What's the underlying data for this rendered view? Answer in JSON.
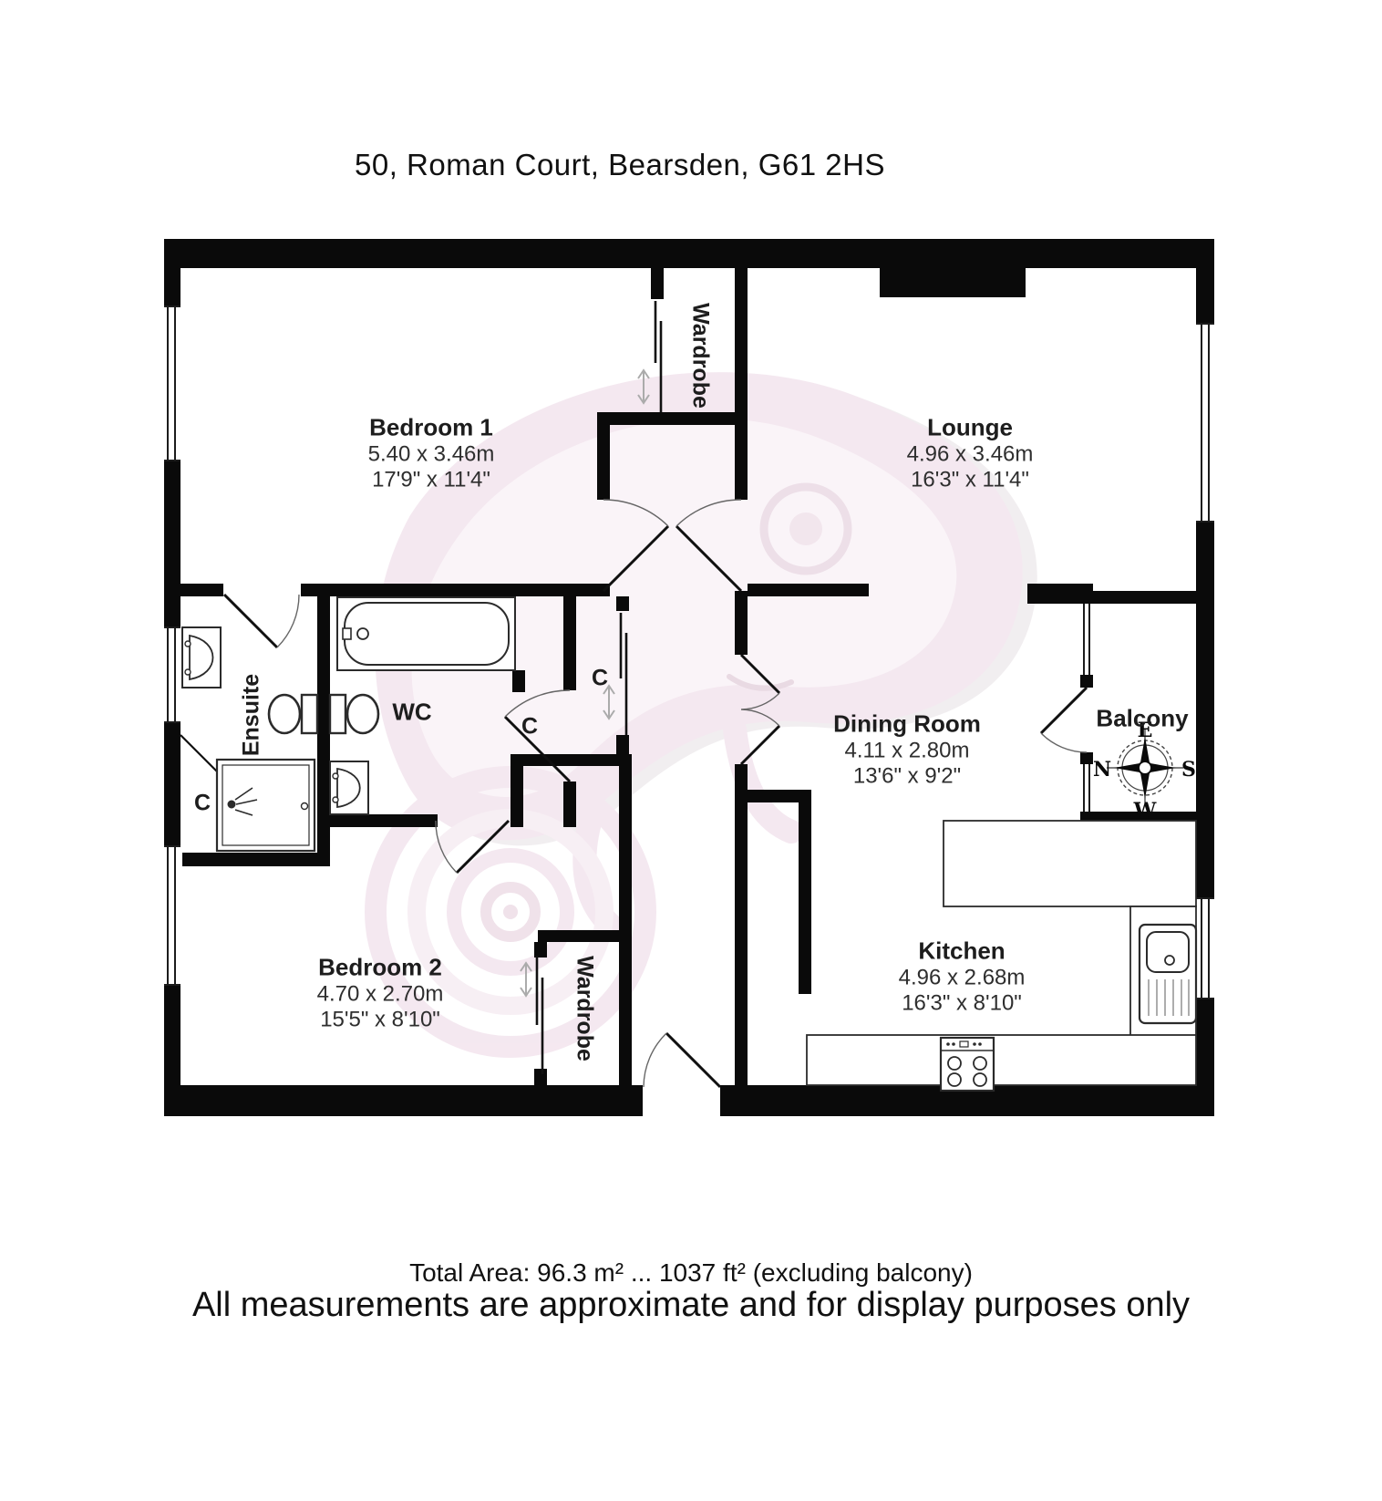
{
  "title": "50, Roman Court, Bearsden, G61 2HS",
  "rooms": {
    "bedroom1": {
      "name": "Bedroom 1",
      "metric": "5.40 x 3.46m",
      "imperial": "17'9\" x 11'4\""
    },
    "lounge": {
      "name": "Lounge",
      "metric": "4.96 x 3.46m",
      "imperial": "16'3\" x 11'4\""
    },
    "dining": {
      "name": "Dining Room",
      "metric": "4.11 x 2.80m",
      "imperial": "13'6\" x 9'2\""
    },
    "kitchen": {
      "name": "Kitchen",
      "metric": "4.96 x 2.68m",
      "imperial": "16'3\" x 8'10\""
    },
    "bedroom2": {
      "name": "Bedroom 2",
      "metric": "4.70 x 2.70m",
      "imperial": "15'5\" x 8'10\""
    },
    "ensuite": {
      "name": "Ensuite"
    },
    "wc": {
      "name": "WC"
    },
    "balcony": {
      "name": "Balcony"
    },
    "wardrobe_top": {
      "name": "Wardrobe"
    },
    "wardrobe_bottom": {
      "name": "Wardrobe"
    },
    "closets": {
      "c1": "C",
      "c2": "C",
      "c3": "C"
    }
  },
  "compass": {
    "up": "E",
    "left": "N",
    "right": "S",
    "down": "W"
  },
  "footer": {
    "total_area": "Total Area: 96.3 m² ... 1037 ft² (excluding balcony)",
    "disclaimer": "All measurements are approximate and for display purposes only"
  },
  "colors": {
    "wall": "#0a0a0a",
    "fixture_line": "#2b2b2b",
    "door_arc": "#666666",
    "slide_arrow": "#aaaaaa",
    "watermark_pink": "#ecd6e4",
    "watermark_light": "#f7ecf3",
    "watermark_grey": "#e7e1e5",
    "text": "#222222"
  }
}
